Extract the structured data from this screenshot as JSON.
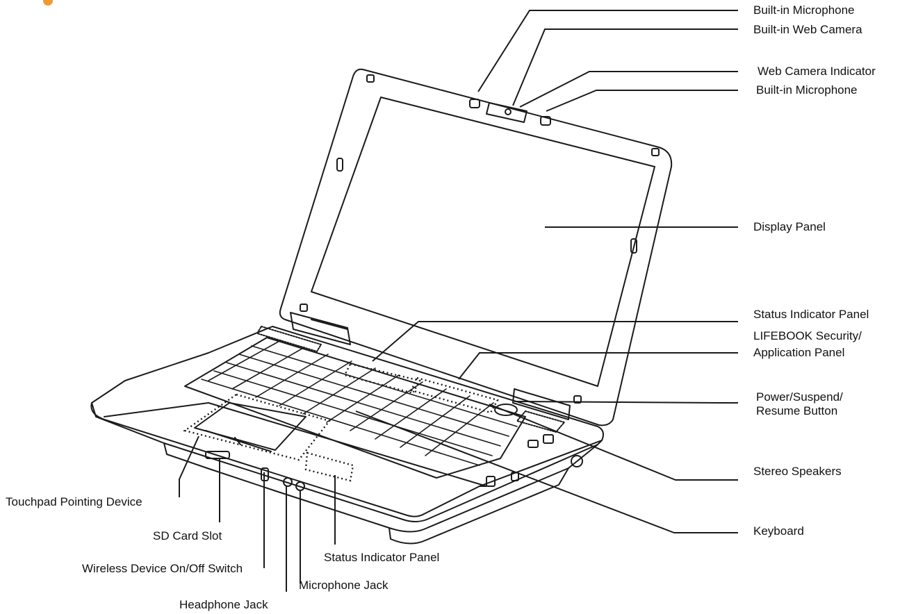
{
  "labels": {
    "built_in_microphone_top": "Built-in Microphone",
    "built_in_web_camera": "Built-in Web Camera",
    "web_camera_indicator": "Web Camera Indicator",
    "built_in_microphone_right": "Built-in Microphone",
    "display_panel": "Display Panel",
    "status_indicator_panel_top": "Status Indicator Panel",
    "lifebook_security_line1": "LIFEBOOK Security/",
    "lifebook_security_line2": "Application Panel",
    "power_button_line1": "Power/Suspend/",
    "power_button_line2": "Resume Button",
    "stereo_speakers": "Stereo Speakers",
    "keyboard": "Keyboard",
    "touchpad": "Touchpad Pointing Device",
    "sd_card_slot": "SD Card Slot",
    "wireless_switch": "Wireless Device On/Off Switch",
    "status_indicator_panel_bottom": "Status Indicator Panel",
    "microphone_jack": "Microphone Jack",
    "headphone_jack": "Headphone Jack"
  },
  "colors": {
    "line": "#1a1a1a",
    "accent_logo": "#f29a2e"
  }
}
